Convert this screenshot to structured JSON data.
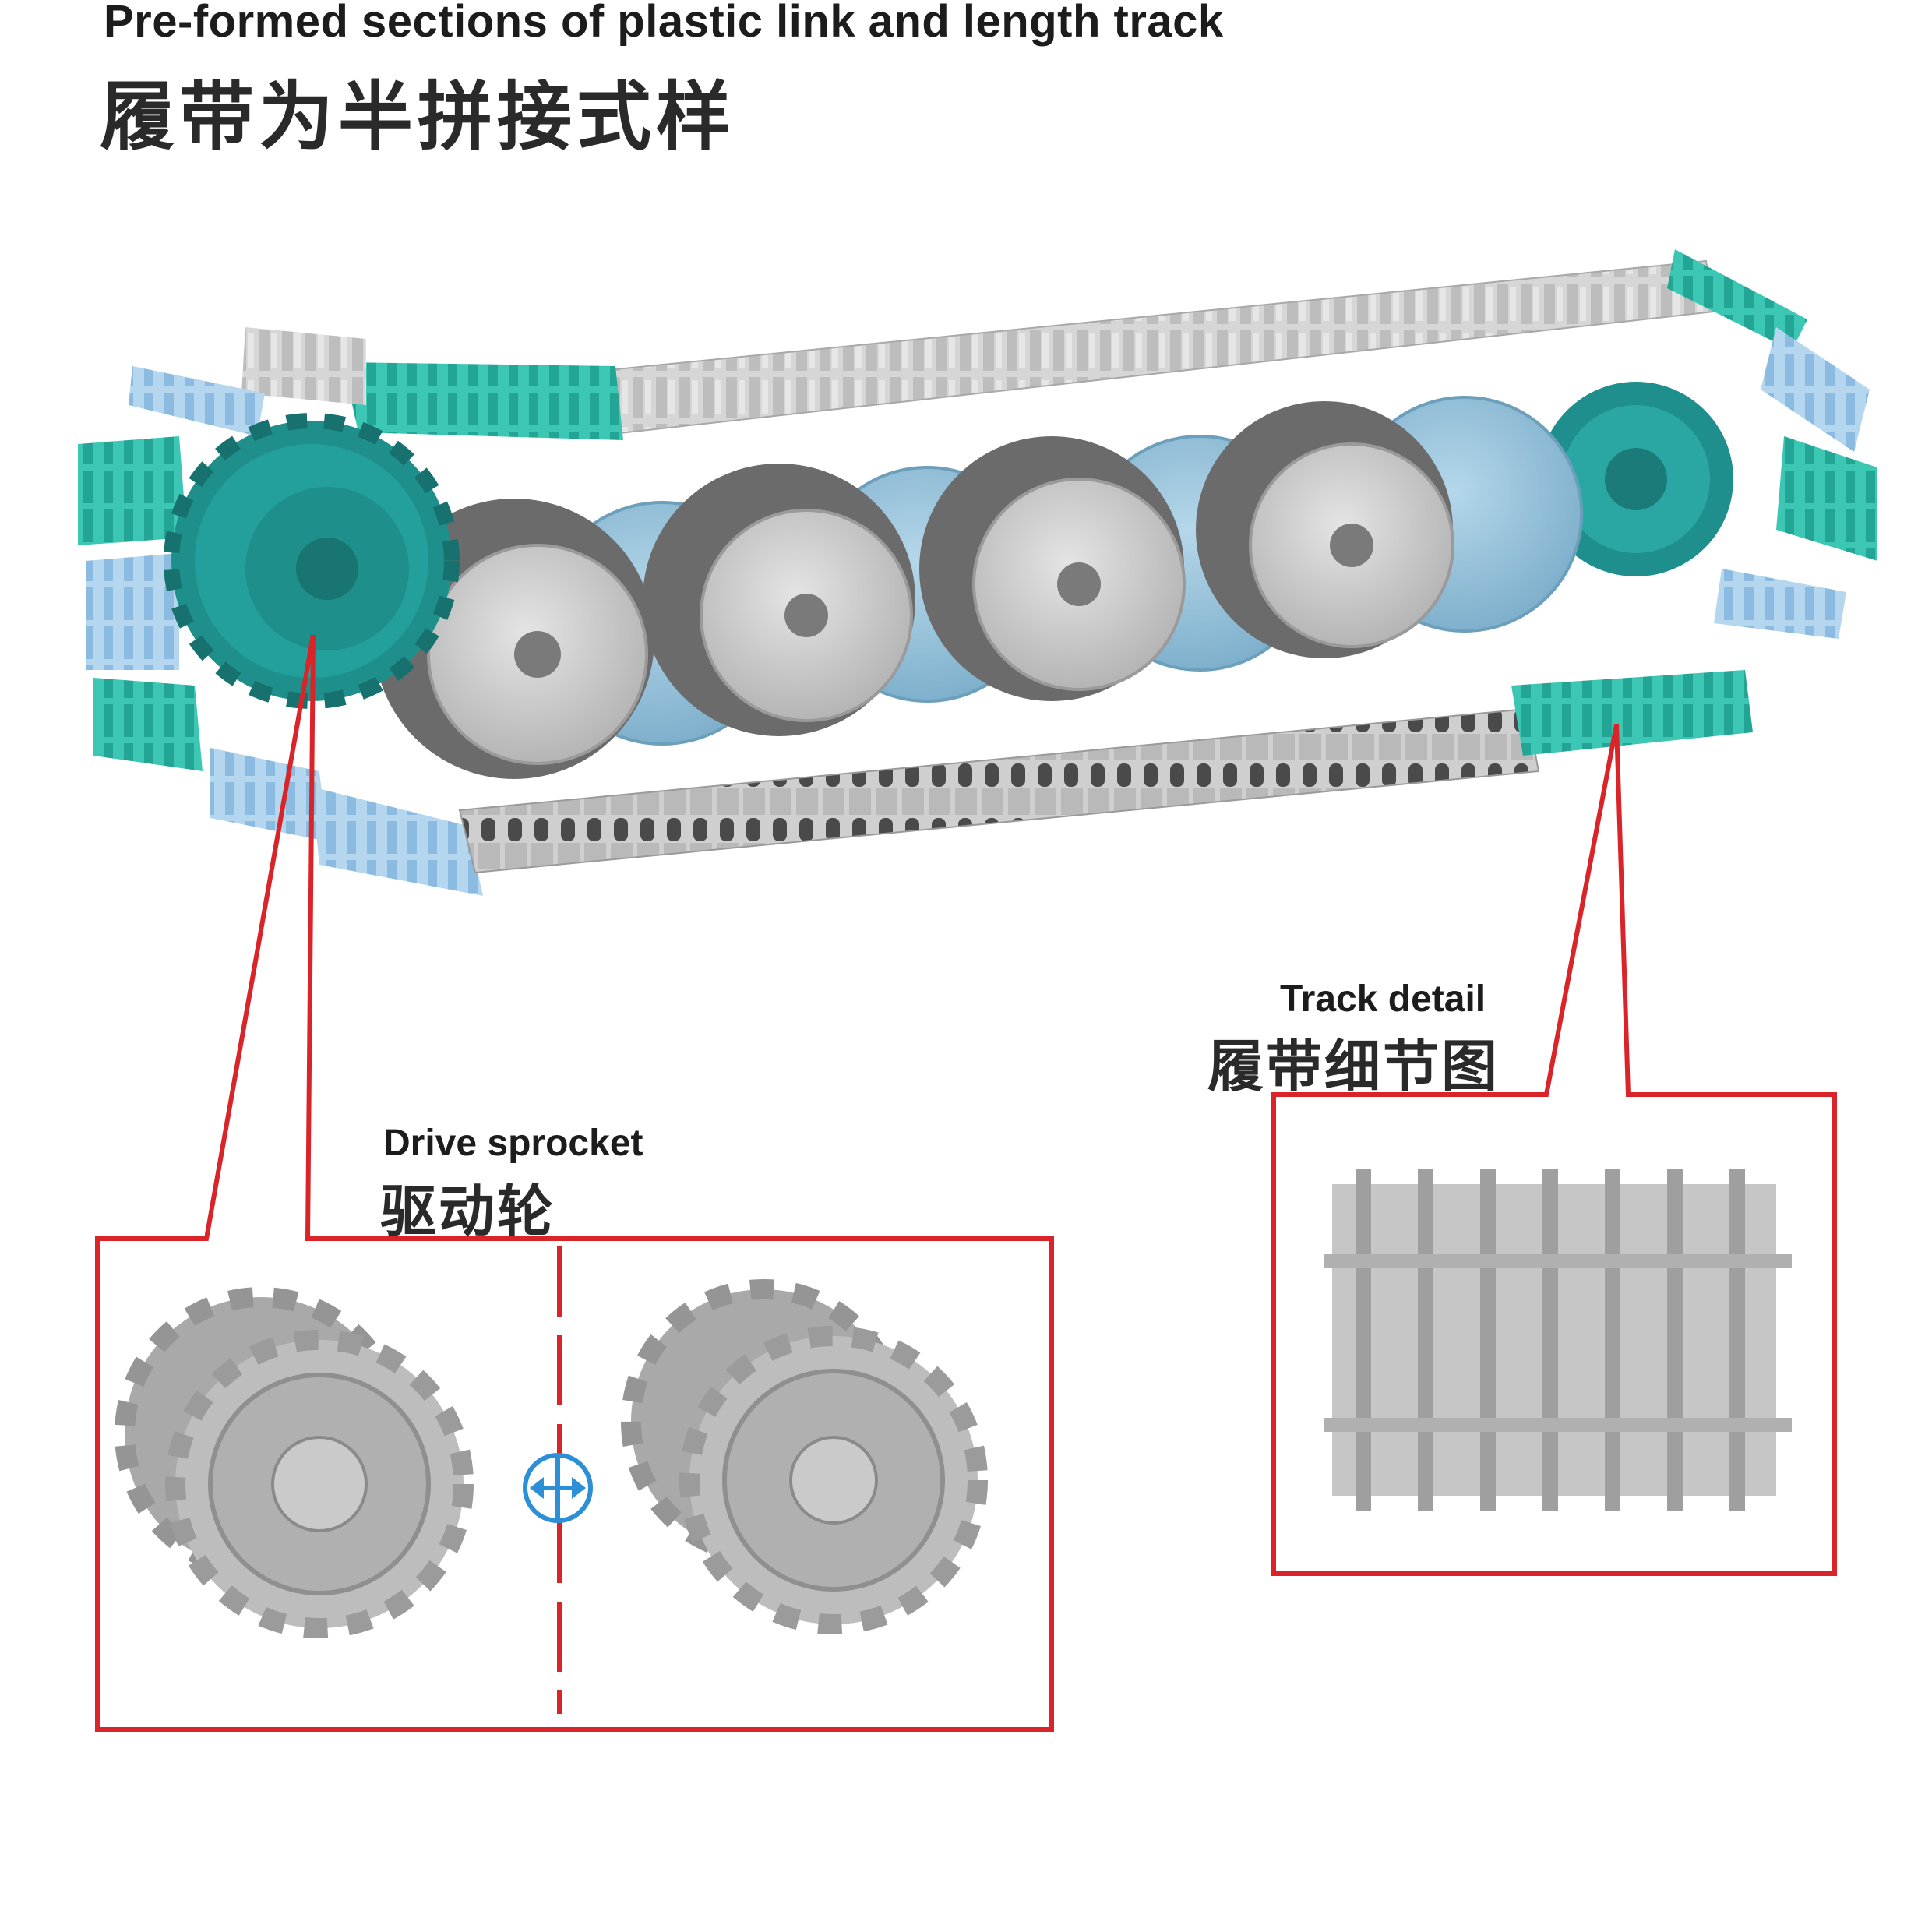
{
  "header": {
    "title_en": "Pre-formed sections of plastic link and length track",
    "title_zh": "履带为半拼接式样"
  },
  "callouts": {
    "drive_sprocket": {
      "label_en": "Drive sprocket",
      "label_zh": "驱动轮"
    },
    "track_detail": {
      "label_en": "Track detail",
      "label_zh": "履带细节图"
    }
  },
  "colors": {
    "background": "#ffffff",
    "callout_frame": "#d9252a",
    "road_wheel_grey": "#c9c9c9",
    "road_wheel_blue": "#8fbcd4",
    "sprocket_teal": "#1f9a96",
    "track_grey": "#bdbdbd",
    "track_link_cyan": "#3cc7b4",
    "track_link_light_blue": "#9dc8e6",
    "swap_icon_blue": "#2d8fd6"
  },
  "icons": {
    "swap": "double-arrow-swap-icon"
  }
}
